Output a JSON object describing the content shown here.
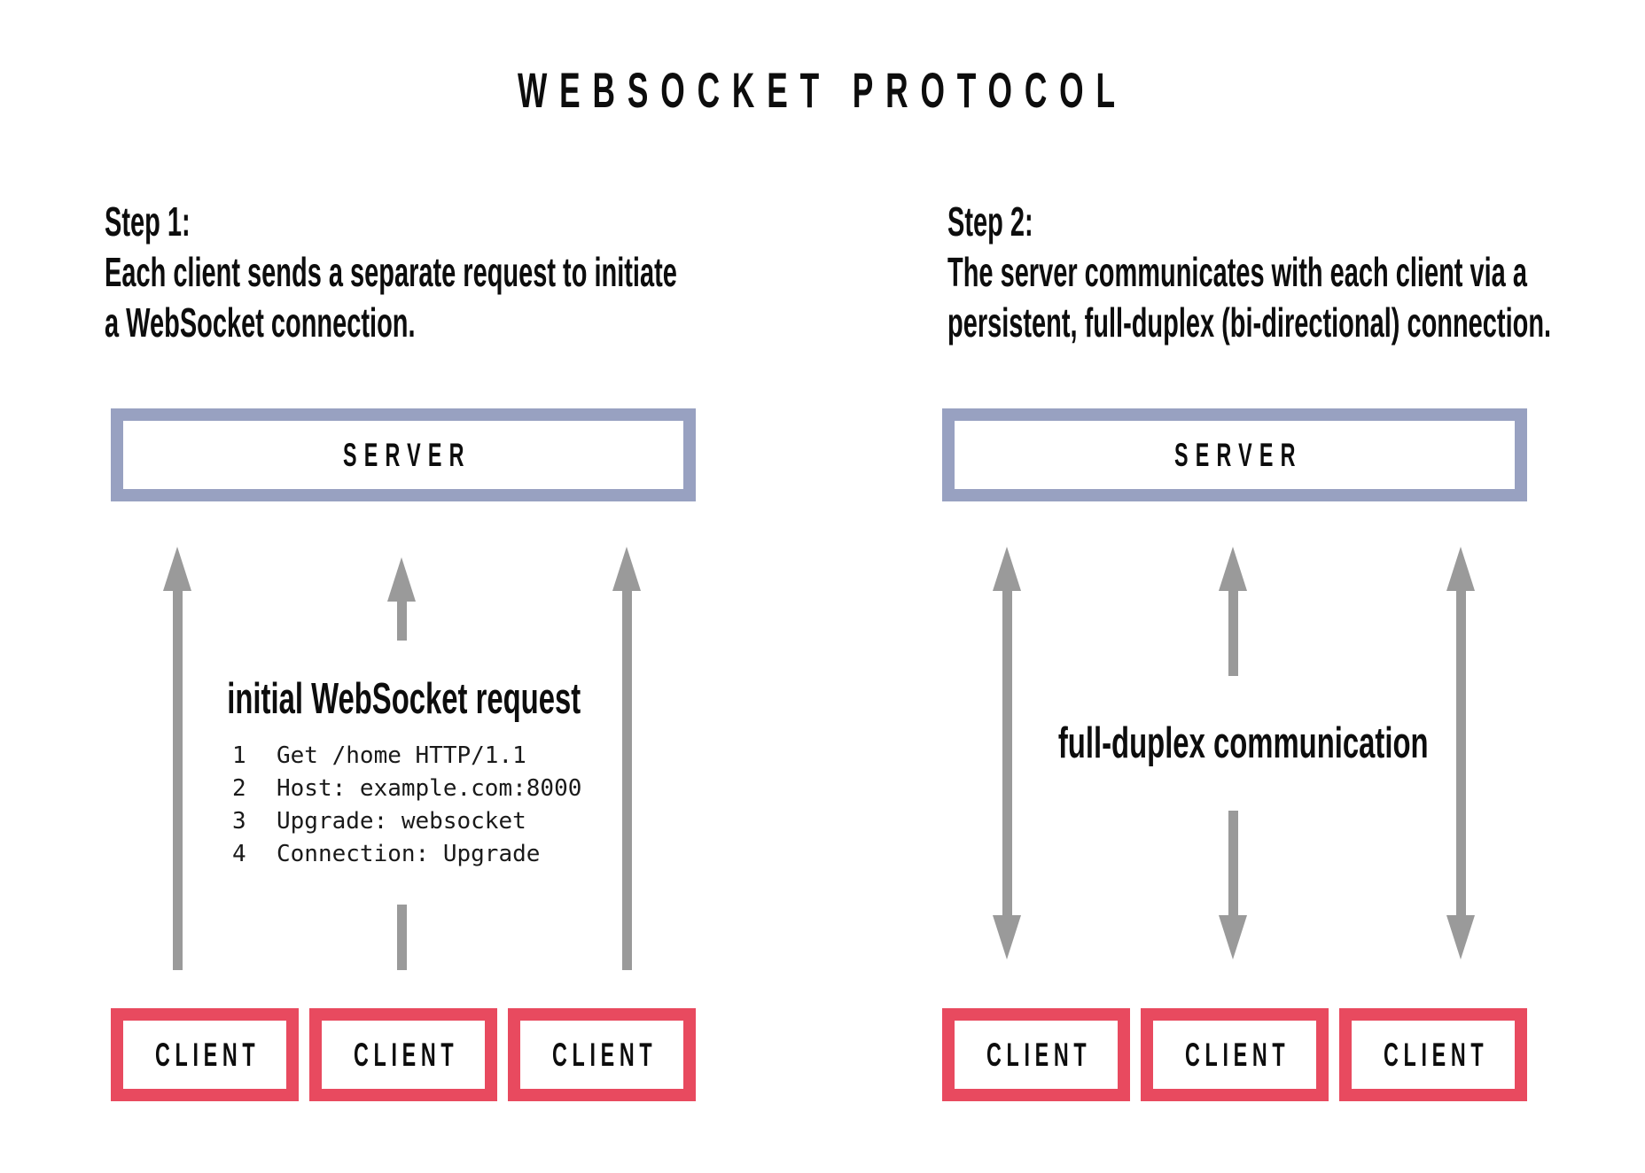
{
  "title": "WEBSOCKET PROTOCOL",
  "colors": {
    "server_border": "#98A1C1",
    "client_border": "#E84A5F",
    "arrow": "#9A9A9A",
    "text": "#0D0D0D",
    "background": "#FFFFFF"
  },
  "steps": {
    "step1": {
      "heading": "Step 1:",
      "line1": "Each client sends a separate request to initiate",
      "line2": "a WebSocket connection."
    },
    "step2": {
      "heading": "Step 2:",
      "line1": "The server communicates with each client via a",
      "line2": "persistent, full-duplex (bi-directional) connection."
    }
  },
  "diagram1": {
    "server_label": "SERVER",
    "annotation": "initial WebSocket request",
    "code": [
      {
        "num": "1",
        "text": "Get /home HTTP/1.1"
      },
      {
        "num": "2",
        "text": "Host: example.com:8000"
      },
      {
        "num": "3",
        "text": "Upgrade: websocket"
      },
      {
        "num": "4",
        "text": "Connection: Upgrade"
      }
    ],
    "clients": [
      "CLIENT",
      "CLIENT",
      "CLIENT"
    ]
  },
  "diagram2": {
    "server_label": "SERVER",
    "annotation": "full-duplex communication",
    "clients": [
      "CLIENT",
      "CLIENT",
      "CLIENT"
    ]
  }
}
